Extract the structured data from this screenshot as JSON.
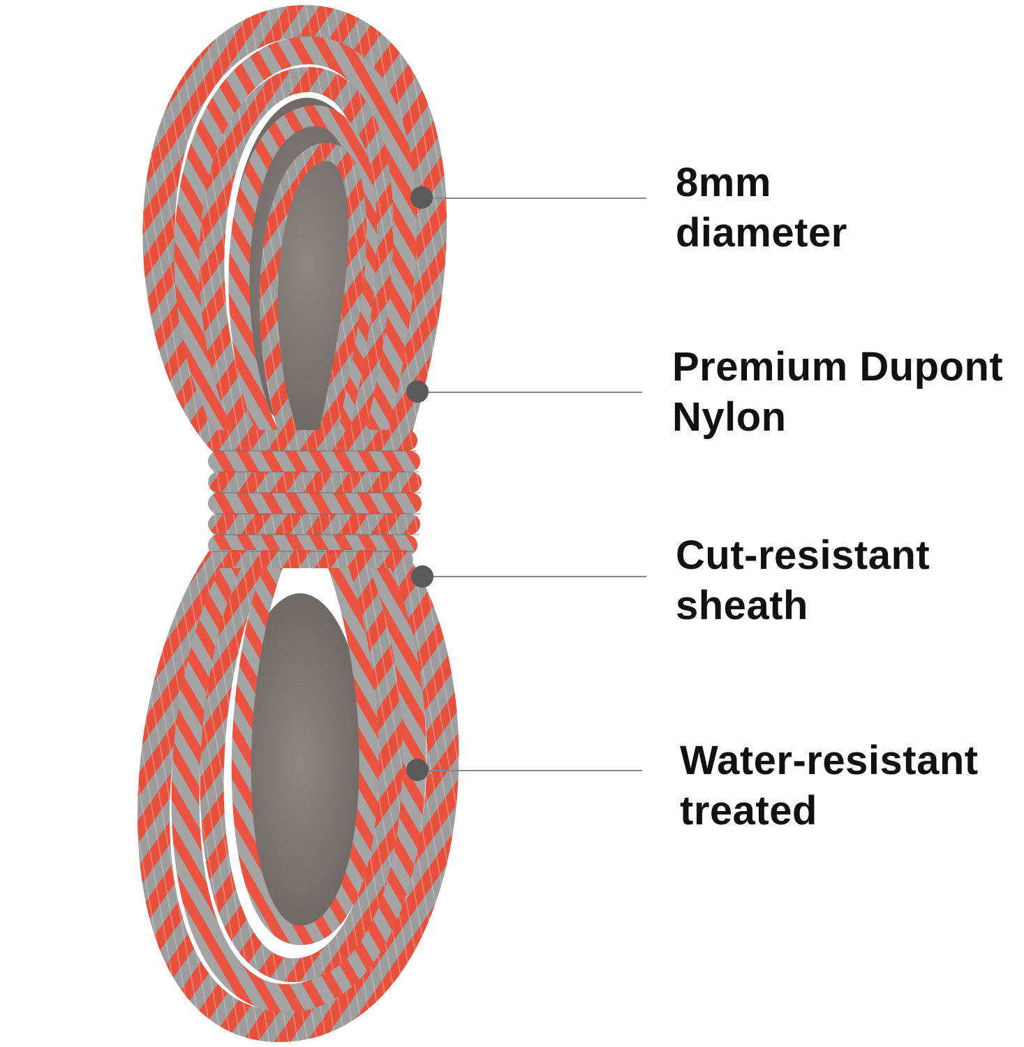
{
  "colors": {
    "rope_red": "#e8503c",
    "rope_gray": "#9a9a9a",
    "leader_line": "#888888",
    "dot": "#5a5a5a",
    "text": "#111111",
    "background": "#ffffff"
  },
  "callouts": [
    {
      "line1": "8mm",
      "line2": "diameter"
    },
    {
      "line1": "Premium Dupont",
      "line2": "Nylon"
    },
    {
      "line1": "Cut-resistant",
      "line2": "sheath"
    },
    {
      "line1": "Water-resistant",
      "line2": "treated"
    }
  ]
}
